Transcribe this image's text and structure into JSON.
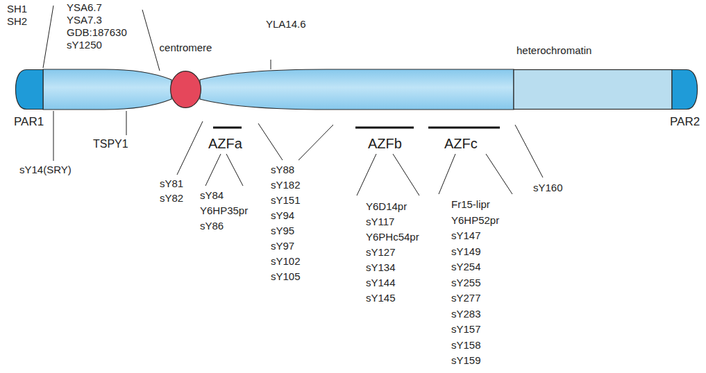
{
  "diagram": {
    "nodes": [
      {
        "text": [
          "PAR1"
        ]
      },
      {
        "text": [
          "centromere"
        ]
      },
      {
        "text": [
          "heterochromatin"
        ]
      },
      {
        "text": [
          "PAR2"
        ]
      }
    ],
    "labels": [
      "SH1",
      "SH2",
      "YSA6.7",
      "YSA7.3",
      "GDB:187630",
      "sY1250",
      "YLA14.6",
      "sY14(SRY)",
      "TSPY1",
      "AZFa",
      "sY81",
      "sY82",
      "sY84",
      "Y6HP35pr",
      "sY86",
      "sY88",
      "sY182",
      "sY151",
      "sY94",
      "sY95",
      "sY97",
      "sY102",
      "sY105",
      "AZFb",
      "Y6D14pr",
      "sY117",
      "Y6PHc54pr",
      "sY127",
      "sY134",
      "sY144",
      "sY145",
      "AZFc",
      "Fr15-lipr",
      "Y6HP52pr",
      "sY147",
      "sY149",
      "sY254",
      "sY255",
      "sY277",
      "sY283",
      "sY157",
      "sY158",
      "sY159",
      "sY160"
    ]
  }
}
